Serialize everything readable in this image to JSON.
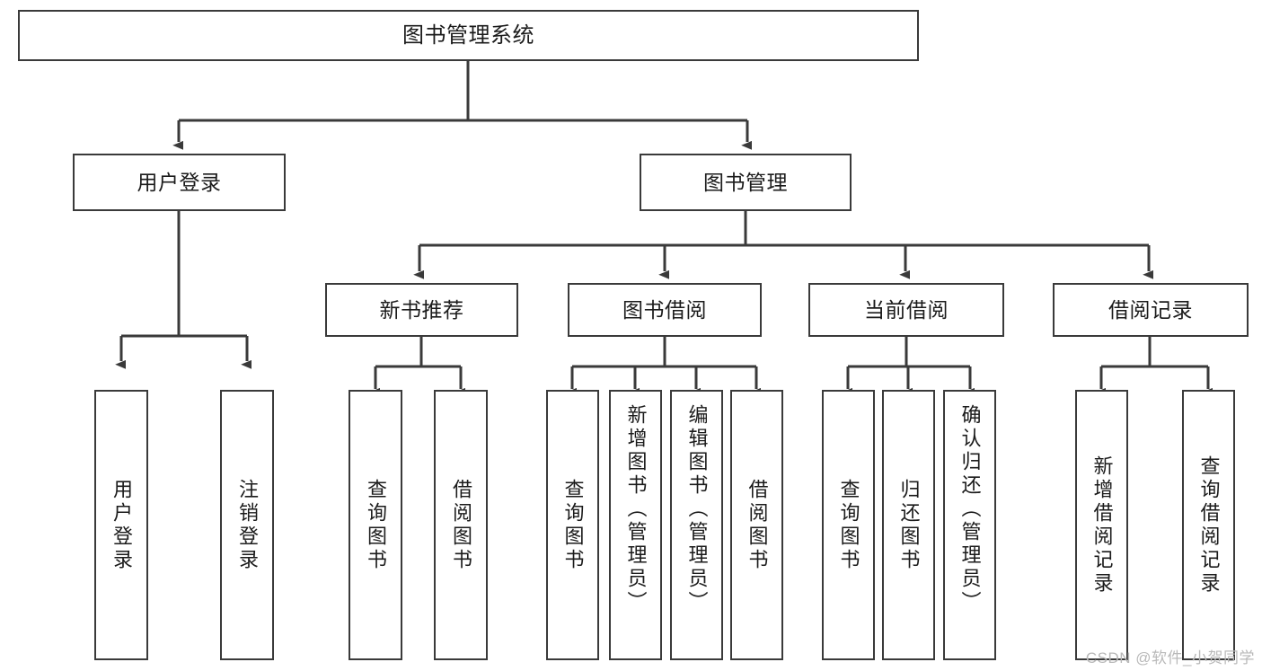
{
  "diagram": {
    "title": "图书管理系统",
    "type": "tree-hierarchy",
    "line_color": "#3a3a3a",
    "box_fill": "#ffffff",
    "background": "#ffffff",
    "root": {
      "label": "图书管理系统"
    },
    "level2": [
      {
        "label": "用户登录"
      },
      {
        "label": "图书管理"
      }
    ],
    "level3": [
      {
        "label": "新书推荐"
      },
      {
        "label": "图书借阅"
      },
      {
        "label": "当前借阅"
      },
      {
        "label": "借阅记录"
      }
    ],
    "leaves": {
      "user_login": [
        {
          "label": "用户登录"
        },
        {
          "label": "注销登录"
        }
      ],
      "new_book_recommend": [
        {
          "label": "查询图书"
        },
        {
          "label": "借阅图书"
        }
      ],
      "book_borrow": [
        {
          "label": "查询图书"
        },
        {
          "label": "新增图书（管理员）"
        },
        {
          "label": "编辑图书（管理员）"
        },
        {
          "label": "借阅图书"
        }
      ],
      "current_borrow": [
        {
          "label": "查询图书"
        },
        {
          "label": "归还图书"
        },
        {
          "label": "确认归还（管理员）"
        }
      ],
      "borrow_record": [
        {
          "label": "新增借阅记录"
        },
        {
          "label": "查询借阅记录"
        }
      ]
    }
  },
  "watermark": {
    "text": "CSDN @软件_小贺同学"
  }
}
